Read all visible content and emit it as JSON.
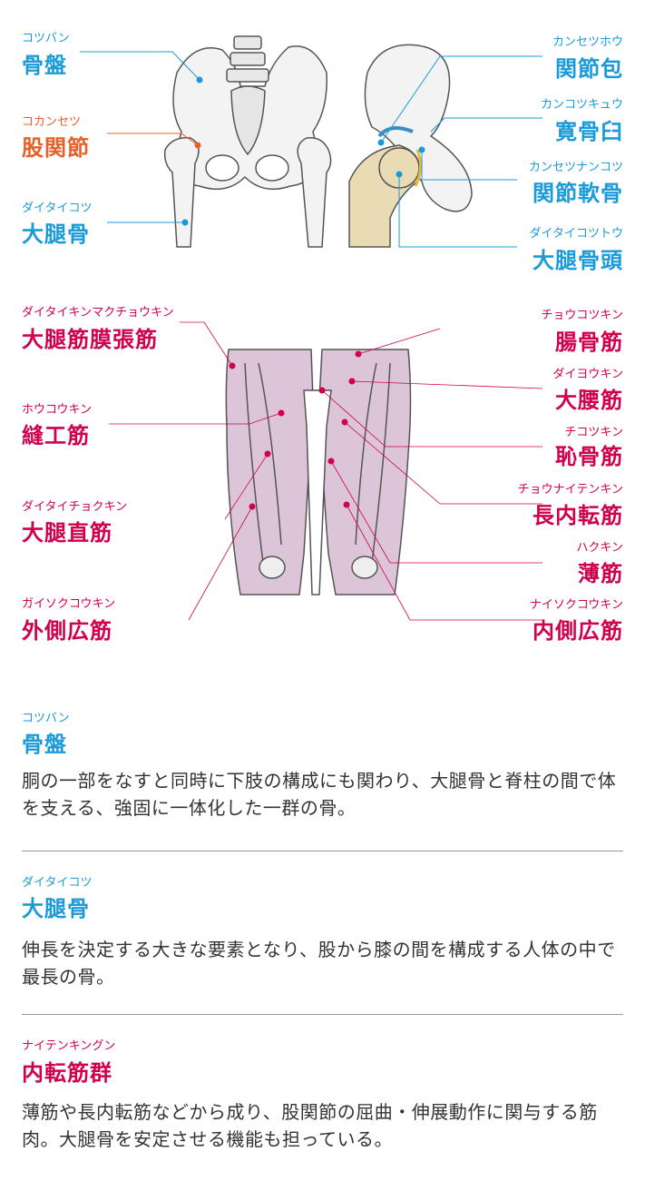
{
  "colors": {
    "bone": "#1a9ad8",
    "joint": "#e5602a",
    "muscle": "#d1004c",
    "muscle_fill": "#dcc5d8"
  },
  "skeleton_labels": {
    "left": [
      {
        "kana": "コツバン",
        "name": "骨盤"
      },
      {
        "kana": "コカンセツ",
        "name": "股関節"
      },
      {
        "kana": "ダイタイコツ",
        "name": "大腿骨"
      }
    ],
    "right": [
      {
        "kana": "カンセツホウ",
        "name": "関節包"
      },
      {
        "kana": "カンコツキュウ",
        "name": "寛骨臼"
      },
      {
        "kana": "カンセツナンコツ",
        "name": "関節軟骨"
      },
      {
        "kana": "ダイタイコツトウ",
        "name": "大腿骨頭"
      }
    ]
  },
  "muscle_labels": {
    "left": [
      {
        "kana": "ダイタイキンマクチョウキン",
        "name": "大腿筋膜張筋"
      },
      {
        "kana": "ホウコウキン",
        "name": "縫工筋"
      },
      {
        "kana": "ダイタイチョクキン",
        "name": "大腿直筋"
      },
      {
        "kana": "ガイソクコウキン",
        "name": "外側広筋"
      }
    ],
    "right": [
      {
        "kana": "チョウコツキン",
        "name": "腸骨筋"
      },
      {
        "kana": "ダイヨウキン",
        "name": "大腰筋"
      },
      {
        "kana": "チコツキン",
        "name": "恥骨筋"
      },
      {
        "kana": "チョウナイテンキン",
        "name": "長内転筋"
      },
      {
        "kana": "ハクキン",
        "name": "薄筋"
      },
      {
        "kana": "ナイソクコウキン",
        "name": "内側広筋"
      }
    ]
  },
  "descriptions": [
    {
      "kana": "コツバン",
      "title": "骨盤",
      "body": "胴の一部をなすと同時に下肢の構成にも関わり、大腿骨と脊柱の間で体を支える、強固に一体化した一群の骨。"
    },
    {
      "kana": "ダイタイコツ",
      "title": "大腿骨",
      "body": "伸長を決定する大きな要素となり、股から膝の間を構成する人体の中で最長の骨。"
    },
    {
      "kana": "ナイテンキングン",
      "title": "内転筋群",
      "body": "薄筋や長内転筋などから成り、股関節の屈曲・伸展動作に関与する筋肉。大腿骨を安定させる機能も担っている。"
    }
  ]
}
